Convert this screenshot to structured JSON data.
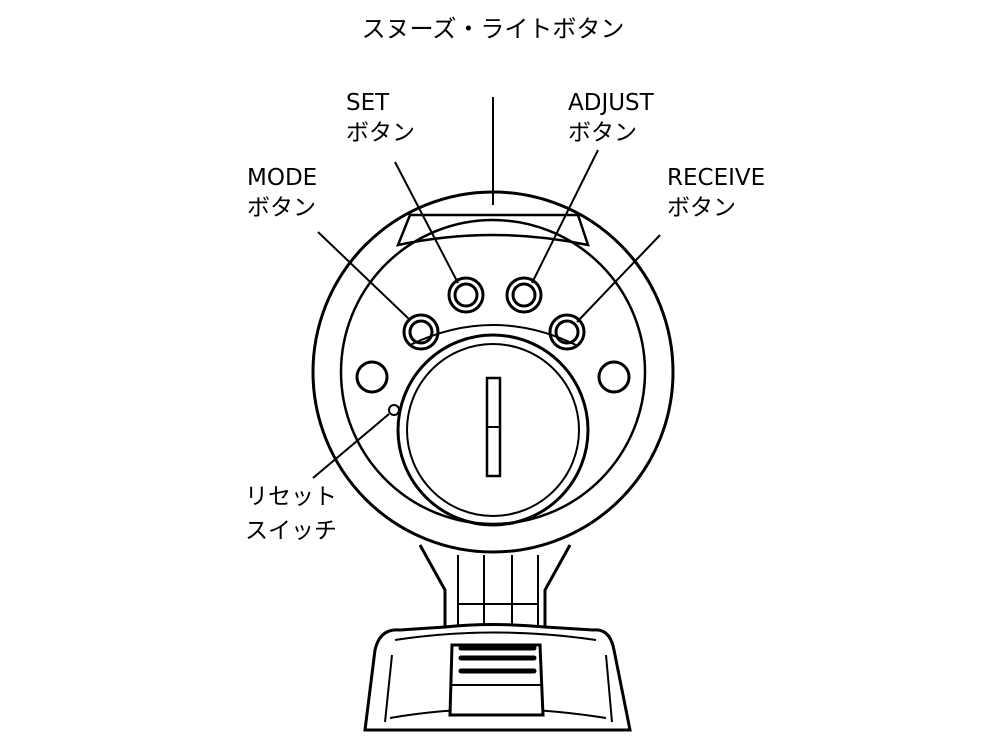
{
  "title": "スヌーズ・ライトボタン",
  "labels": {
    "set": {
      "line1": "SET",
      "line2": "ボタン"
    },
    "adjust": {
      "line1": "ADJUST",
      "line2": "ボタン"
    },
    "mode": {
      "line1": "MODE",
      "line2": "ボタン"
    },
    "receive": {
      "line1": "RECEIVE",
      "line2": "ボタン"
    },
    "reset": {
      "line1": "リセット",
      "line2": "スイッチ"
    }
  }
}
